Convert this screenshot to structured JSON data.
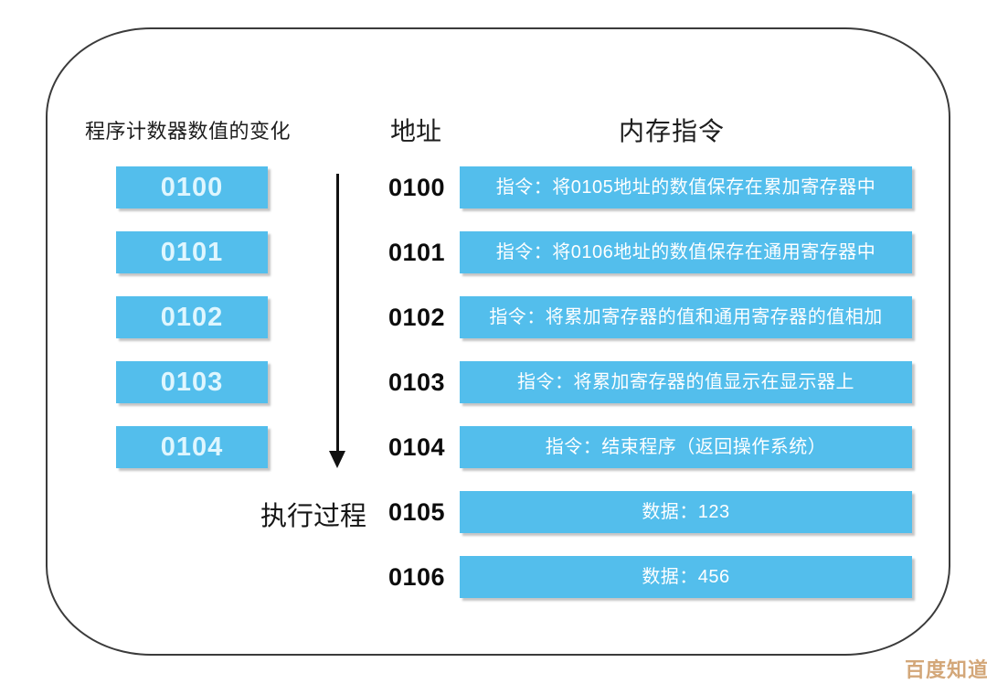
{
  "colors": {
    "box_blue": "#53beec",
    "box_text_light": "#dff6fe",
    "instruction_text": "#ffffff",
    "frame_border": "#3b3b3b",
    "watermark": "#cf9e6b"
  },
  "headers": {
    "pc_title": "程序计数器数值的变化",
    "address_title": "地址",
    "memory_title": "内存指令"
  },
  "pc_column": {
    "boxes": [
      "0100",
      "0101",
      "0102",
      "0103",
      "0104"
    ]
  },
  "flow": {
    "label": "执行过程"
  },
  "memory_table": {
    "rows": [
      {
        "address": "0100",
        "content": "指令：将0105地址的数值保存在累加寄存器中"
      },
      {
        "address": "0101",
        "content": "指令：将0106地址的数值保存在通用寄存器中"
      },
      {
        "address": "0102",
        "content": "指令：将累加寄存器的值和通用寄存器的值相加"
      },
      {
        "address": "0103",
        "content": "指令：将累加寄存器的值显示在显示器上"
      },
      {
        "address": "0104",
        "content": "指令：结束程序（返回操作系统）"
      },
      {
        "address": "0105",
        "content": "数据：123"
      },
      {
        "address": "0106",
        "content": "数据：456"
      }
    ]
  },
  "watermark": "百度知道"
}
